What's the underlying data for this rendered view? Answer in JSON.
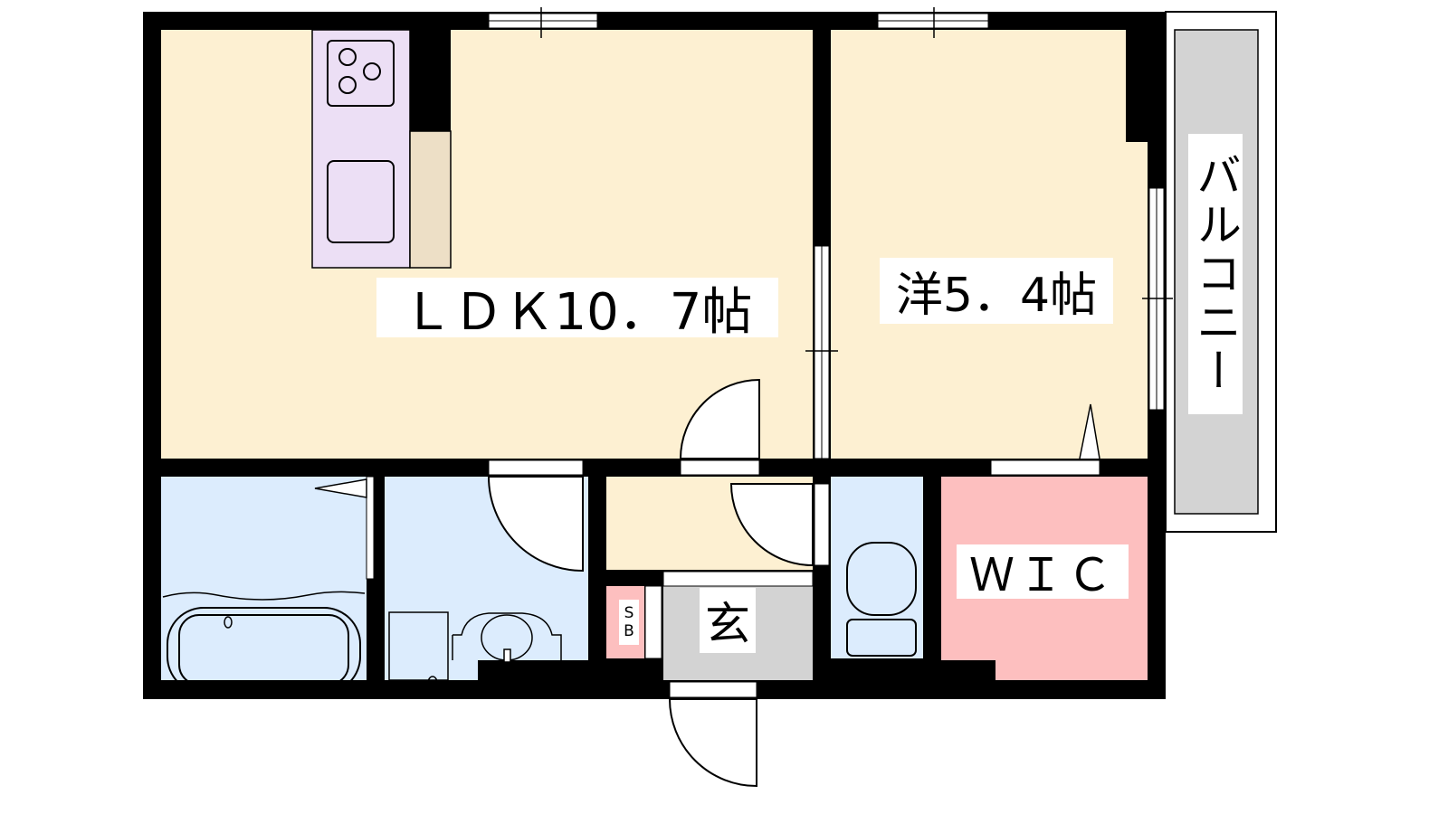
{
  "floorplan": {
    "rooms": {
      "ldk": "ＬＤＫ10．7帖",
      "western": "洋5．4帖",
      "wic": "ＷＩＣ",
      "entrance": "玄",
      "shoe_box": "SB",
      "balcony": "バルコニー"
    },
    "colors": {
      "living": "#fdf0d2",
      "wet_area": "#dcecfd",
      "kitchen": "#ecdff5",
      "counter": "#eddfc6",
      "wic": "#fdbfbf",
      "entrance": "#d3d3d3",
      "balcony": "#d3d3d3",
      "wall": "#000000"
    }
  }
}
